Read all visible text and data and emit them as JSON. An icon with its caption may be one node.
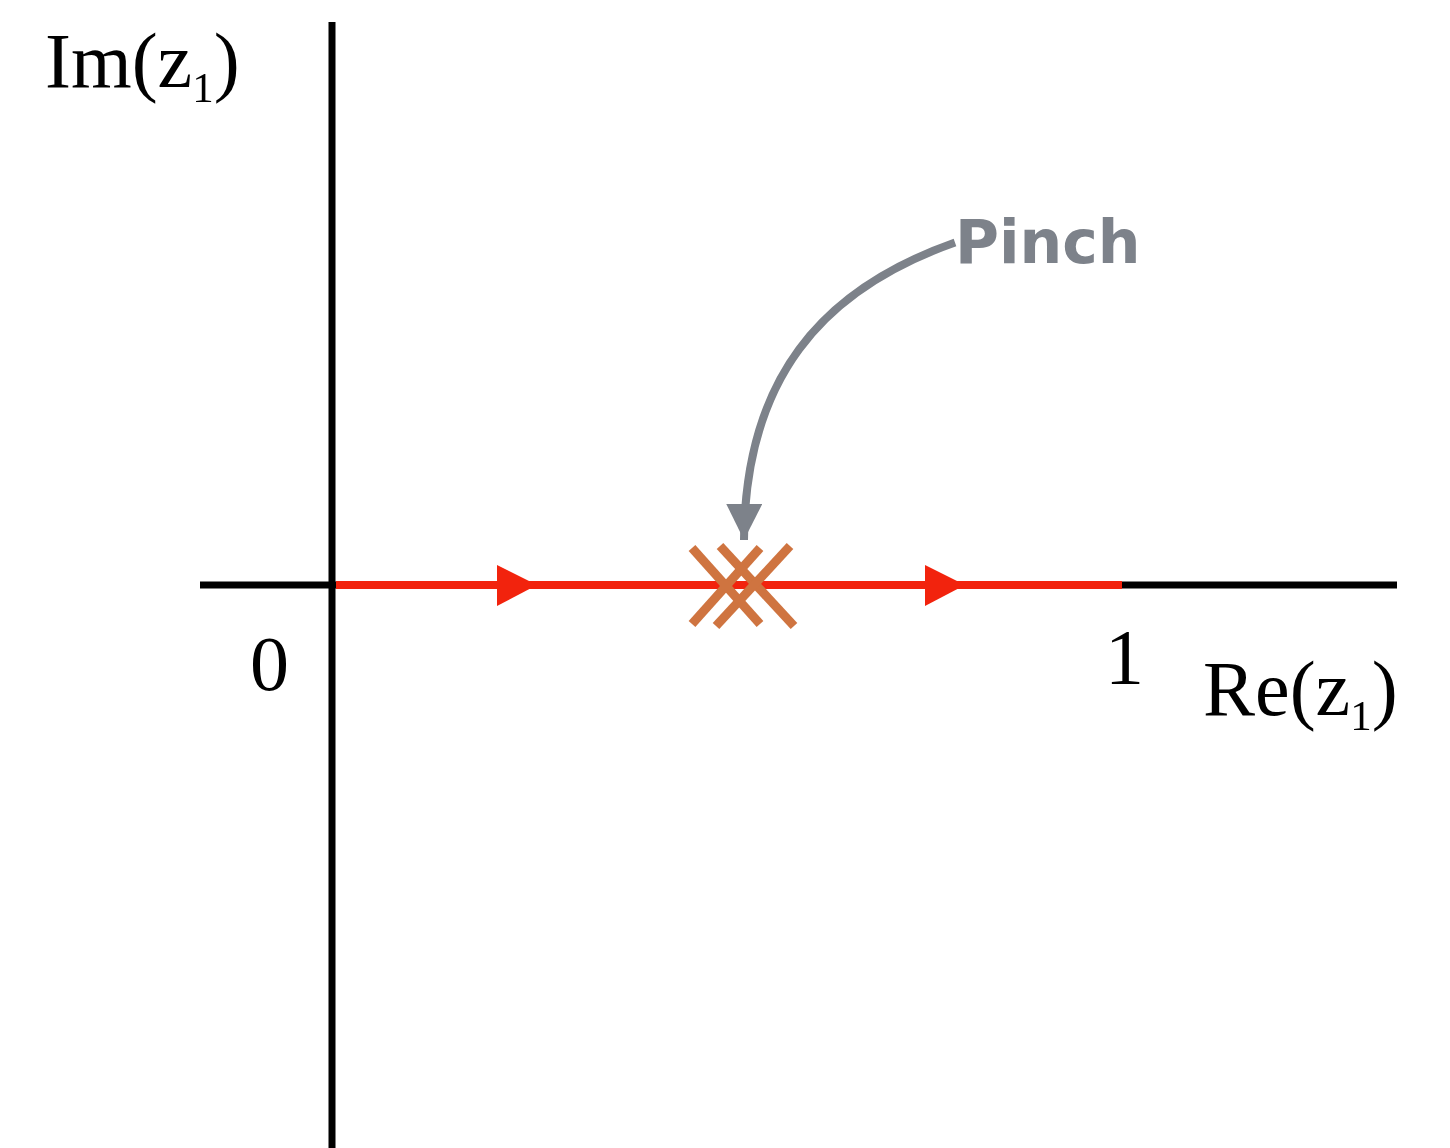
{
  "diagram": {
    "nodes": [
      {
        "text": [
          "Pinch"
        ]
      },
      {
        "text": [],
        "shape": "cross"
      }
    ],
    "edges": [
      {
        "from": 0,
        "to": 1,
        "arrow": "to"
      }
    ],
    "labels": [
      "Im(z$_{1}$)",
      "0",
      "1",
      "Re(z$_{1}$)"
    ]
  }
}
